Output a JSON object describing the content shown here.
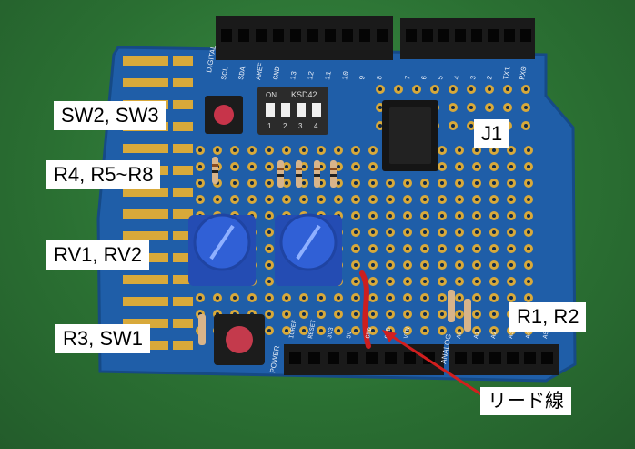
{
  "labels": {
    "sw23": "SW2, SW3",
    "r4": "R4, R5~R8",
    "rv": "RV1, RV2",
    "r3sw1": "R3, SW1",
    "j1": "J1",
    "r1r2": "R1, R2",
    "lead": "リード線"
  },
  "silk": {
    "dip_on": "ON",
    "dip_model": "KSD42",
    "dip_nums": [
      "1",
      "2",
      "3",
      "4"
    ],
    "digital": "DIGITAL",
    "power": "POWER",
    "analog": "ANALOG",
    "top_pins_left": [
      "SCL",
      "SDA",
      "AREF",
      "GND",
      "13",
      "12",
      "11",
      "10",
      "9",
      "8"
    ],
    "top_pins_right": [
      "7",
      "6",
      "5",
      "4",
      "3",
      "2",
      "TX1",
      "RX0"
    ],
    "bottom_pins": [
      "IOREF",
      "RESET",
      "3V3",
      "5V",
      "GND",
      "GND",
      "VIN",
      "A0",
      "A1",
      "A2",
      "A3",
      "A4",
      "A5"
    ]
  },
  "colors": {
    "board": "#1e5fa8",
    "header": "#1a1a1a",
    "gold": "#d8a93a",
    "pot": "#2a56c4",
    "wire": "#cc1f1f",
    "arrow": "#d21e1e"
  }
}
